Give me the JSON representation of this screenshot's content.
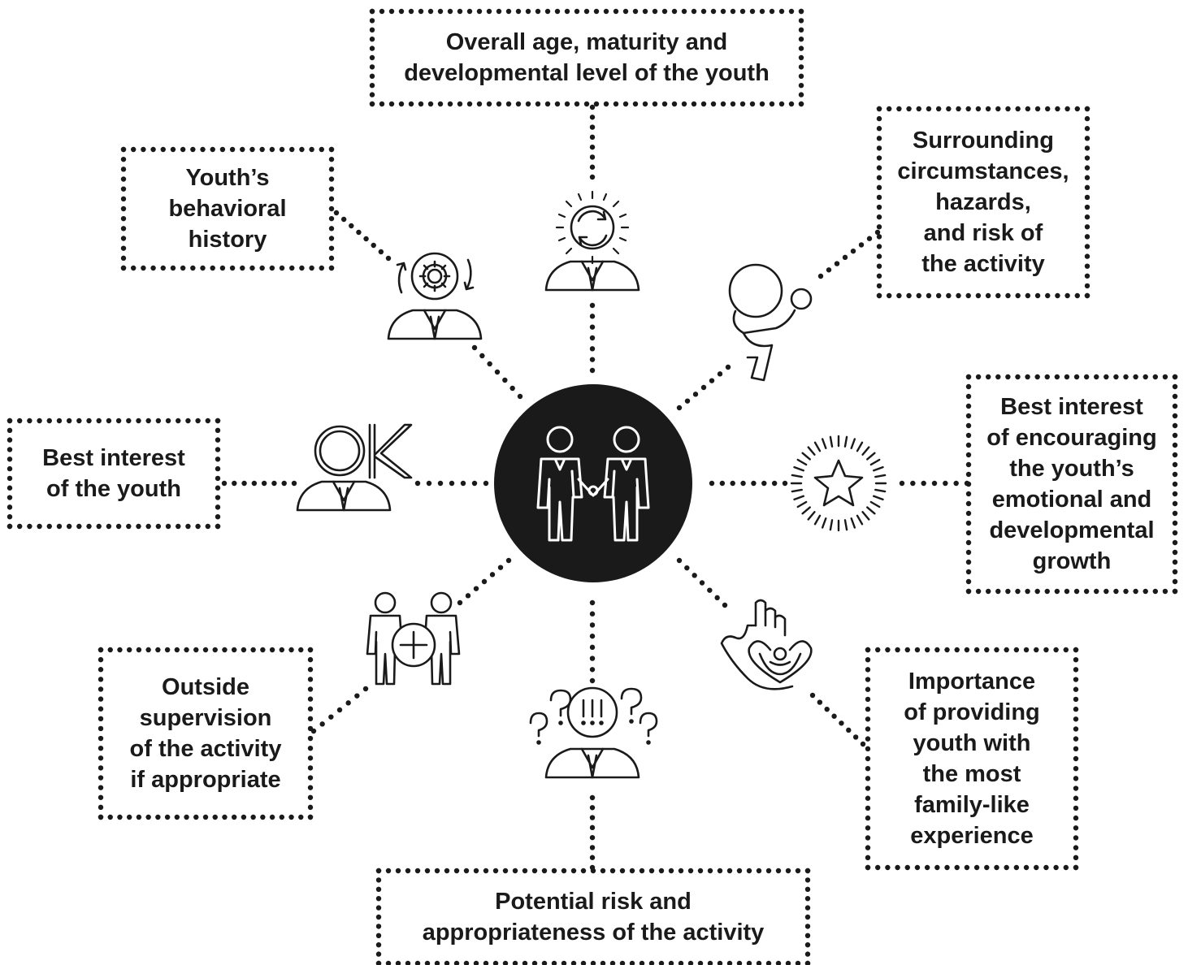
{
  "colors": {
    "ink": "#1a1a1a",
    "background": "#ffffff"
  },
  "center": {
    "icon": "two-people-holding-hands-icon"
  },
  "nodes": [
    {
      "id": "top",
      "icon": "person-sun-cycle-icon",
      "lines": [
        "Overall age, maturity and",
        "developmental level of the youth"
      ]
    },
    {
      "id": "top-right",
      "icon": "person-juggling-ball-icon",
      "lines": [
        "Surrounding",
        "circumstances,",
        "hazards,",
        "and risk of",
        "the activity"
      ]
    },
    {
      "id": "right",
      "icon": "star-burst-icon",
      "lines": [
        "Best interest",
        "of encouraging",
        "the youth’s",
        "emotional and",
        "developmental",
        "growth"
      ]
    },
    {
      "id": "bottom-right",
      "icon": "hand-heart-person-icon",
      "lines": [
        "Importance",
        "of providing",
        "youth with",
        "the most",
        "family-like",
        "experience"
      ]
    },
    {
      "id": "bottom",
      "icon": "person-question-exclamation-icon",
      "lines": [
        "Potential risk and",
        "appropriateness of the activity"
      ]
    },
    {
      "id": "bottom-left",
      "icon": "two-people-plus-icon",
      "lines": [
        "Outside",
        "supervision",
        "of the activity",
        "if appropriate"
      ]
    },
    {
      "id": "left",
      "icon": "person-ok-icon",
      "lines": [
        "Best interest",
        "of the youth"
      ]
    },
    {
      "id": "top-left",
      "icon": "person-gear-cycle-icon",
      "lines": [
        "Youth’s",
        "behavioral",
        "history"
      ]
    }
  ]
}
